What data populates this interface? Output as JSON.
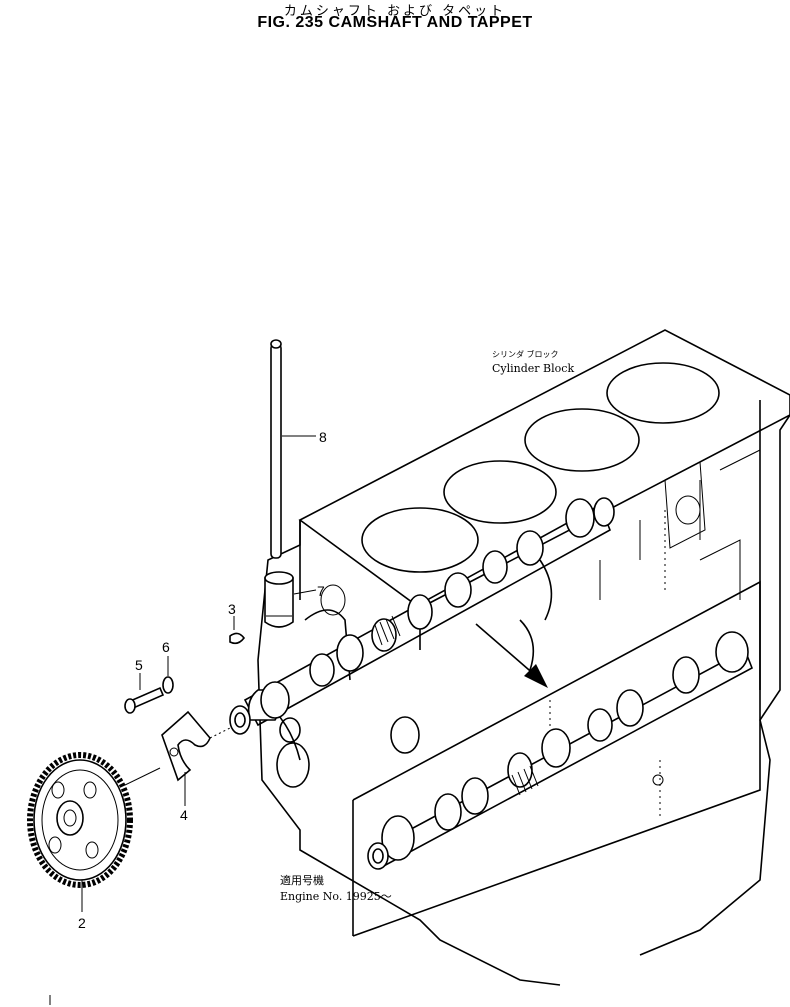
{
  "header": {
    "title_jp": "カムシャフト および タペット",
    "title_en": "FIG. 235  CAMSHAFT AND TAPPET"
  },
  "parts": [
    {
      "number": "2"
    },
    {
      "number": "3"
    },
    {
      "number": "4"
    },
    {
      "number": "5"
    },
    {
      "number": "6"
    },
    {
      "number": "7"
    },
    {
      "number": "8"
    }
  ],
  "annotations": {
    "cylinder_block_jp": "シリンダ ブロック",
    "cylinder_block_en": "Cylinder Block",
    "engine_jp": "適用号機",
    "engine_en": "Engine No. 19925～"
  }
}
